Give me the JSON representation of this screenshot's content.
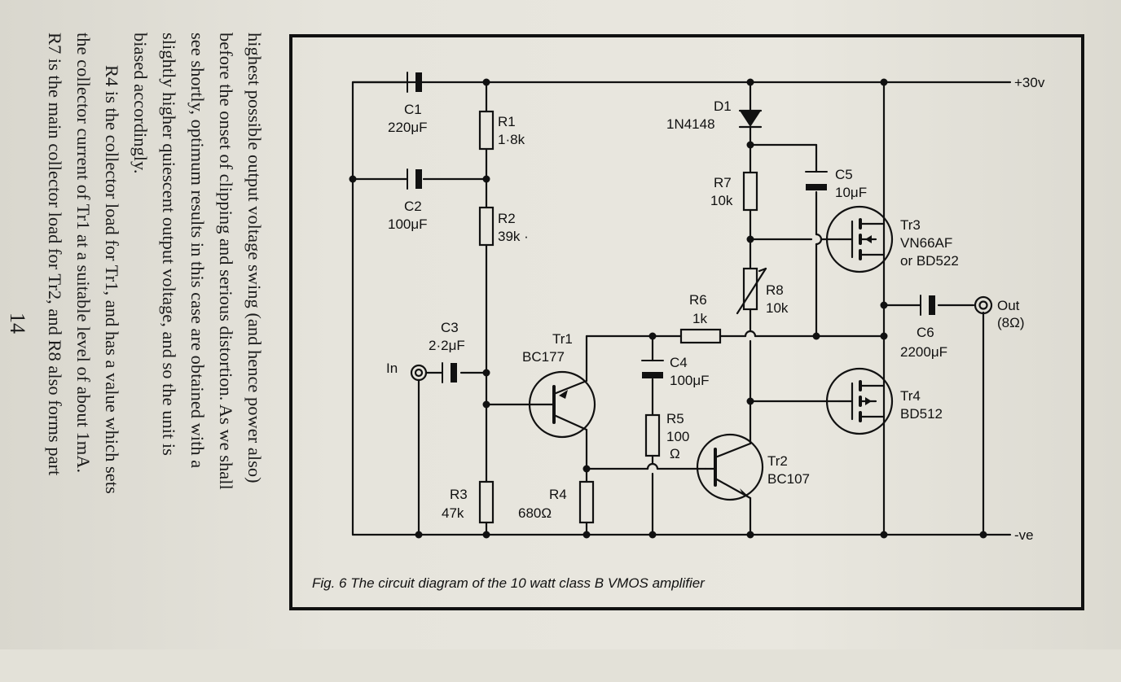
{
  "body_text": {
    "line1": "highest possible output voltage swing (and hence power also)",
    "line2": "before the onset of clipping and serious distortion.  As we shall",
    "line3": "see shortly, optimum results in this case are obtained with a",
    "line4": "slightly higher quiescent output voltage, and so the unit is",
    "line5": "biased accordingly.",
    "line6": "R4 is the collector load for Tr1, and has a value which sets",
    "line7": "the collector current of Tr1 at a suitable level of about 1mA.",
    "line8": "R7 is the main collector load for Tr2, and R8 also forms part"
  },
  "page_number": "14",
  "figure": {
    "caption": "Fig. 6  The circuit diagram of the 10 watt class B VMOS amplifier",
    "rails": {
      "positive": "+30v",
      "negative": "-ve"
    },
    "terminals": {
      "input": "In",
      "output": "Out",
      "output_load": "(8Ω)"
    },
    "components": {
      "c1": {
        "name": "C1",
        "value": "220μF"
      },
      "c2": {
        "name": "C2",
        "value": "100μF"
      },
      "c3": {
        "name": "C3",
        "value": "2·2μF"
      },
      "c4": {
        "name": "C4",
        "value": "100μF"
      },
      "c5": {
        "name": "C5",
        "value": "10μF"
      },
      "c6": {
        "name": "C6",
        "value": "2200μF"
      },
      "r1": {
        "name": "R1",
        "value": "1·8k"
      },
      "r2": {
        "name": "R2",
        "value": "39k ·"
      },
      "r3": {
        "name": "R3",
        "value": "47k"
      },
      "r4": {
        "name": "R4",
        "value": "680Ω"
      },
      "r5": {
        "name": "R5",
        "value": "100",
        "unit": "Ω"
      },
      "r6": {
        "name": "R6",
        "value": "1k"
      },
      "r7": {
        "name": "R7",
        "value": "10k"
      },
      "r8": {
        "name": "R8",
        "value": "10k"
      },
      "d1": {
        "name": "D1",
        "value": "1N4148"
      },
      "tr1": {
        "name": "Tr1",
        "value": "BC177"
      },
      "tr2": {
        "name": "Tr2",
        "value": "BC107"
      },
      "tr3": {
        "name": "Tr3",
        "value": "VN66AF",
        "alt": "or BD522"
      },
      "tr4": {
        "name": "Tr4",
        "value": "BD512"
      }
    }
  }
}
